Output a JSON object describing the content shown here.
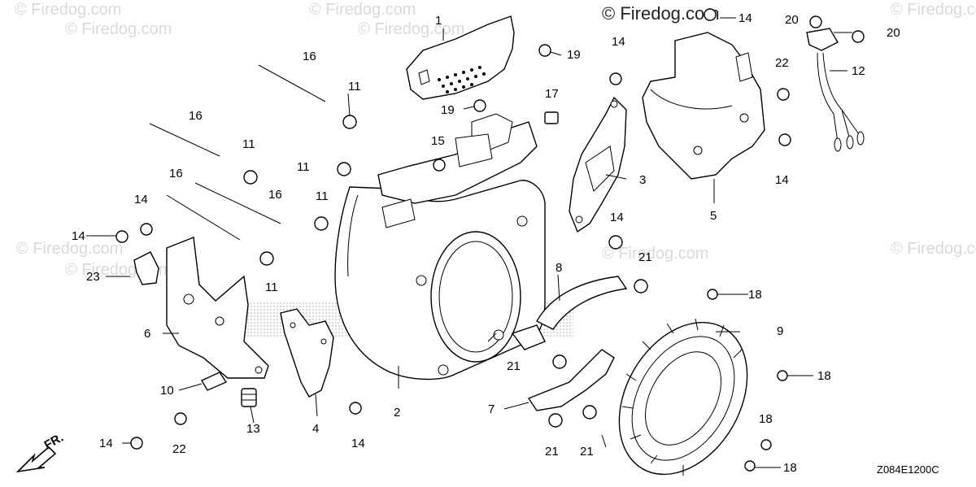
{
  "watermarks": {
    "main": "© Firedog.com",
    "faint": "© Firedog.com"
  },
  "diagram_code": "Z084E1200C",
  "front_marker": "FR.",
  "callouts": [
    "1",
    "2",
    "3",
    "4",
    "5",
    "6",
    "7",
    "8",
    "9",
    "10",
    "11",
    "12",
    "13",
    "14",
    "15",
    "16",
    "17",
    "18",
    "19",
    "20",
    "21",
    "22",
    "23"
  ],
  "colors": {
    "line": "#000000",
    "hatch": "#cfcfcf",
    "watermark": "#d9d9d9"
  }
}
